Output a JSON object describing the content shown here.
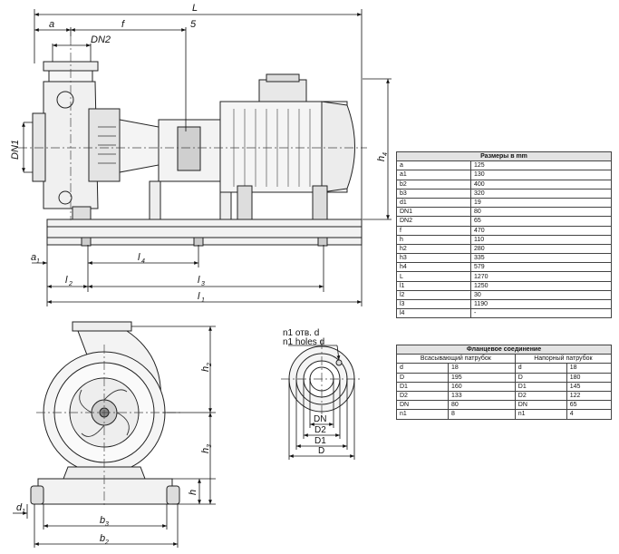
{
  "top_view": {
    "dims": {
      "L": "L",
      "a": "a",
      "f": "f",
      "five": "5",
      "DN2": "DN2",
      "DN1": "DN1",
      "h4": "h",
      "h4_sub": "4",
      "a1": "a",
      "a1_sub": "1",
      "l4": "l",
      "l4_sub": "4",
      "l2": "l",
      "l2_sub": "2",
      "l3": "l",
      "l3_sub": "3",
      "l1": "l",
      "l1_sub": "1"
    }
  },
  "front_view": {
    "dims": {
      "h2": "h",
      "h2_sub": "2",
      "h3": "h",
      "h3_sub": "3",
      "h": "h",
      "d1": "d",
      "d1_sub": "1",
      "b3": "b",
      "b3_sub": "3",
      "b2": "b",
      "b2_sub": "2"
    }
  },
  "flange_view": {
    "label_ru": "n1 отв. d",
    "label_en": "n1 holes d",
    "dn": "DN",
    "d2": "D2",
    "d1": "D1",
    "d": "D"
  },
  "dimensions_table": {
    "title": "Размеры в mm",
    "rows": [
      [
        "a",
        "125"
      ],
      [
        "a1",
        "130"
      ],
      [
        "b2",
        "400"
      ],
      [
        "b3",
        "320"
      ],
      [
        "d1",
        "19"
      ],
      [
        "DN1",
        "80"
      ],
      [
        "DN2",
        "65"
      ],
      [
        "f",
        "470"
      ],
      [
        "h",
        "110"
      ],
      [
        "h2",
        "280"
      ],
      [
        "h3",
        "335"
      ],
      [
        "h4",
        "579"
      ],
      [
        "L",
        "1270"
      ],
      [
        "l1",
        "1250"
      ],
      [
        "l2",
        "30"
      ],
      [
        "l3",
        "1190"
      ],
      [
        "l4",
        "-"
      ]
    ]
  },
  "flange_table": {
    "title": "Фланцевое соединение",
    "suction": "Всасывающий патрубок",
    "discharge": "Напорный патрубок",
    "rows": [
      [
        "d",
        "18",
        "d",
        "18"
      ],
      [
        "D",
        "195",
        "D",
        "180"
      ],
      [
        "D1",
        "160",
        "D1",
        "145"
      ],
      [
        "D2",
        "133",
        "D2",
        "122"
      ],
      [
        "DN",
        "80",
        "DN",
        "65"
      ],
      [
        "n1",
        "8",
        "n1",
        "4"
      ]
    ]
  }
}
